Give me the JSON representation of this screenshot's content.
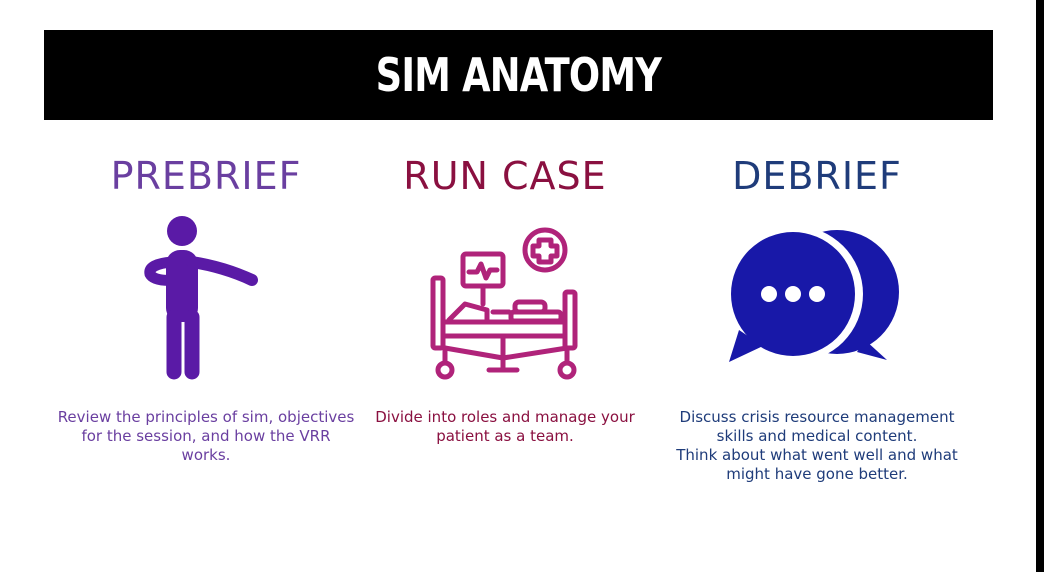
{
  "title": "SIM ANATOMY",
  "colors": {
    "prebrief": "#6a3fa0",
    "run_case": "#8a1040",
    "debrief": "#1f3c7a",
    "person_icon": "#5a1aa6",
    "bed_icon": "#b0237a",
    "bubble_icon": "#1818a8"
  },
  "columns": [
    {
      "heading": "PREBRIEF",
      "icon": "person-pointing-icon",
      "description": "Review the principles of sim, objectives for the session, and how the VRR works."
    },
    {
      "heading": "RUN CASE",
      "icon": "hospital-bed-icon",
      "description": "Divide into roles and manage your patient as a team."
    },
    {
      "heading": "DEBRIEF",
      "icon": "chat-bubbles-icon",
      "description_lines": [
        "Discuss crisis resource management skills and medical content.",
        "Think about what went well and what might have gone better."
      ]
    }
  ]
}
